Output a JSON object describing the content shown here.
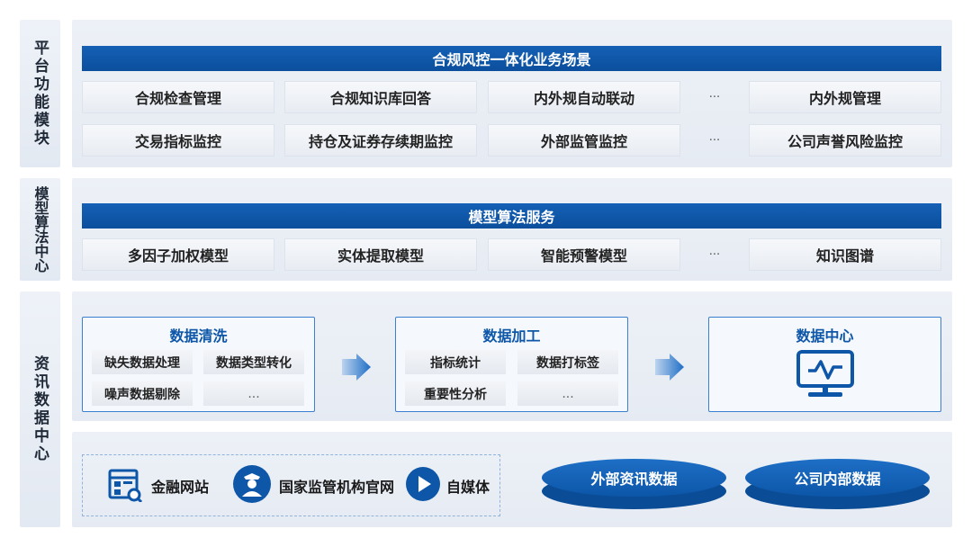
{
  "layers": {
    "platform": {
      "side_label": "平台功能模块",
      "header": "合规风控一体化业务场景",
      "row1": [
        "合规检查管理",
        "合规知识库回答",
        "内外规自动联动",
        "···",
        "内外规管理"
      ],
      "row2": [
        "交易指标监控",
        "持仓及证券存续期监控",
        "外部监管监控",
        "···",
        "公司声誉风险监控"
      ]
    },
    "model": {
      "side_label": "模型算法中心",
      "header": "模型算法服务",
      "row": [
        "多因子加权模型",
        "实体提取模型",
        "智能预警模型",
        "···",
        "知识图谱"
      ]
    },
    "data": {
      "side_label": "资讯数据中心",
      "cleaning": {
        "title": "数据清洗",
        "items": [
          "缺失数据处理",
          "数据类型转化",
          "噪声数据剔除",
          "..."
        ]
      },
      "processing": {
        "title": "数据加工",
        "items": [
          "指标统计",
          "数据打标签",
          "重要性分析",
          "..."
        ]
      },
      "center": {
        "title": "数据中心"
      },
      "sources": [
        "金融网站",
        "国家监管机构官网",
        "自媒体"
      ],
      "stores": [
        "外部资讯数据",
        "公司内部数据"
      ]
    }
  },
  "colors": {
    "primary": "#0b4f9d",
    "accent": "#3a7fd0"
  }
}
